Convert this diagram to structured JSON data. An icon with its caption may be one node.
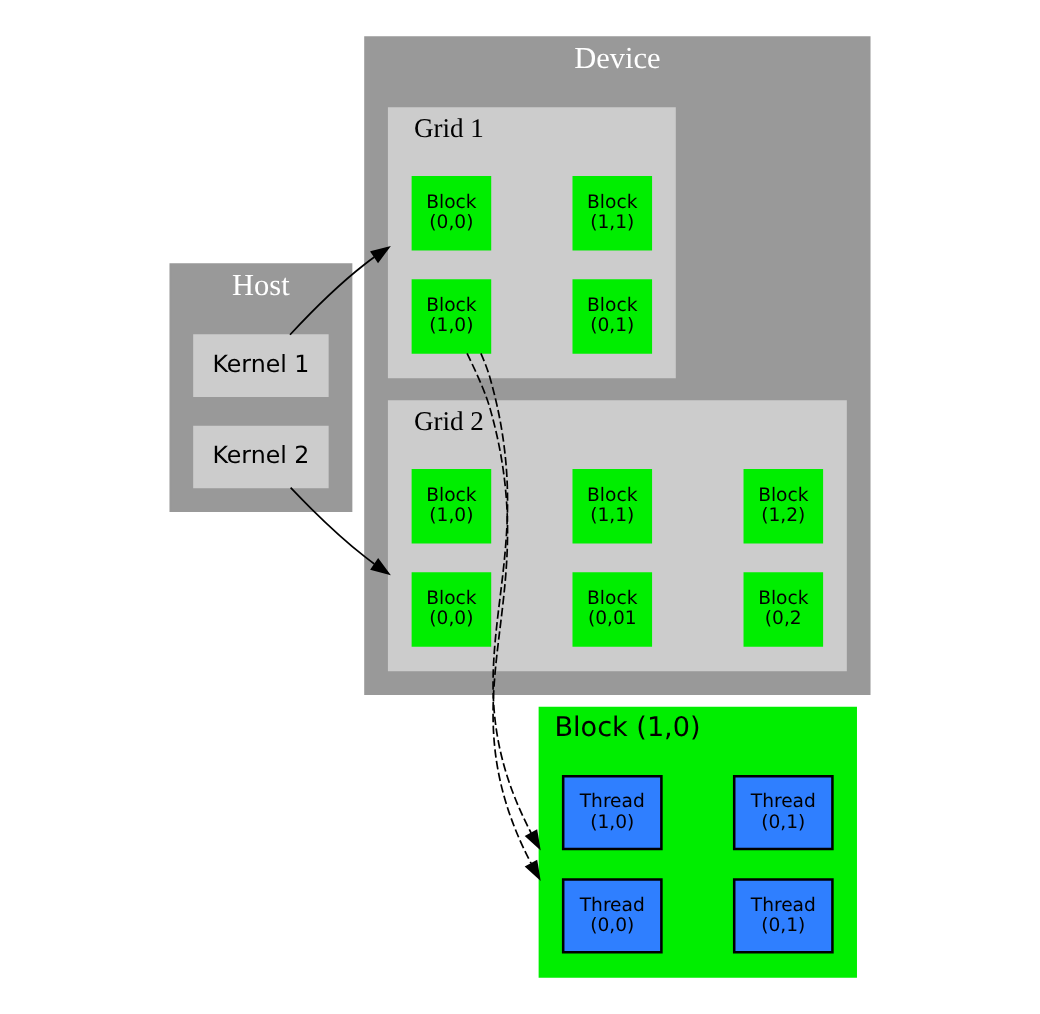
{
  "diagram": {
    "nodes": [
      {
        "text": [
          "Host"
        ]
      },
      {
        "text": [
          "Kernel 1"
        ],
        "in": 0
      },
      {
        "text": [
          "Kernel 2"
        ],
        "in": 0
      },
      {
        "text": [
          "Device"
        ]
      },
      {
        "text": [
          "Grid 1"
        ],
        "in": 3
      },
      {
        "text": [
          "Block (0,0)"
        ],
        "in": 4
      },
      {
        "text": [
          "Block (0,1)"
        ],
        "in": 4
      },
      {
        "text": [
          "Block (1,0)"
        ],
        "in": 4
      },
      {
        "text": [
          "Block (1,1)"
        ],
        "in": 4
      },
      {
        "text": [
          "Grid 2"
        ],
        "in": 3
      },
      {
        "text": [
          "Block (0,0)"
        ],
        "in": 9
      },
      {
        "text": [
          "Block (0,01"
        ],
        "in": 9
      },
      {
        "text": [
          "Block (0,2"
        ],
        "in": 9
      },
      {
        "text": [
          "Block (1,0)"
        ],
        "in": 9
      },
      {
        "text": [
          "Block (1,1)"
        ],
        "in": 9
      },
      {
        "text": [
          "Block (1,2)"
        ],
        "in": 9
      },
      {
        "text": [
          "Block (1,0)"
        ]
      },
      {
        "text": [
          "Thread (0,0)"
        ],
        "in": 16
      },
      {
        "text": [
          "Thread (0,1)"
        ],
        "in": 16
      },
      {
        "text": [
          "Thread (1,0)"
        ],
        "in": 16
      },
      {
        "text": [
          "Thread (0,1)"
        ],
        "in": 16
      }
    ],
    "edges": [
      {
        "from": 1,
        "to": 4,
        "arrow": "to"
      },
      {
        "from": 2,
        "to": 9,
        "arrow": "to"
      },
      {
        "from": 7,
        "to": 16,
        "arrow": "to",
        "style": "dashed"
      },
      {
        "from": 7,
        "to": 16,
        "arrow": "to",
        "style": "dashed"
      }
    ]
  }
}
